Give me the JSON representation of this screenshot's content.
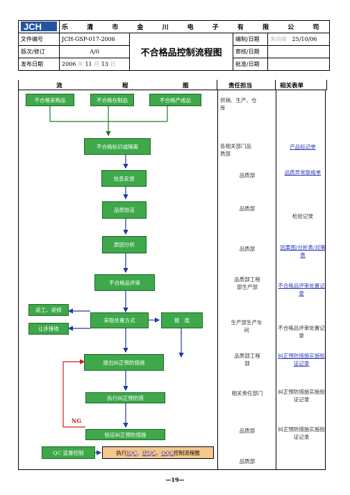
{
  "header": {
    "logo_text": "JCH",
    "company": "乐 清 市 金 川 电 子 有 限 公 司",
    "doc_no_label": "文件编号",
    "doc_no": "JCH-GSP-017-2006",
    "version_label": "版次/修订",
    "version": "A/0",
    "issue_label": "发布日期",
    "issue_year": "2006",
    "issue_month": "11",
    "issue_day": "13",
    "issue_year_unit": "年",
    "issue_month_unit": "月",
    "issue_day_unit": "日",
    "title": "不合格品控制流程图",
    "prepare_label": "编制/日期",
    "prepare_name": "朱向峰",
    "prepare_date": "25/10/06",
    "review_label": "审核/日期",
    "approve_label": "批准/日期"
  },
  "columns": {
    "flow": "流",
    "flow2": "程",
    "flow3": "图",
    "responsible": "责任担当",
    "forms": "相关表单"
  },
  "flow": {
    "purchase": "不合格采购品",
    "wip": "不合格在制品",
    "finished": "不合格产成品",
    "identify": "不合格标识或隔离",
    "feedback": "信息反馈",
    "verify": "品质验证",
    "analysis": "原因分析",
    "review": "不合格品评审",
    "rework": "返工、返修",
    "concession": "让步接收",
    "disposal": "采取处置方式",
    "scrap": "报　废",
    "propose": "提出纠正预防措施",
    "execute": "执行纠正预防措",
    "check": "验证纠正预防措施",
    "ng": "NG",
    "qc": "QC 监督控制",
    "exec_prefix": "执行",
    "iqc": "IQC",
    "ipqc": "IPQC",
    "oqc": "OQC",
    "exec_suffix": "控制流程图",
    "sep": "、"
  },
  "responsible": {
    "r1": "供销、生产、仓库",
    "r2": "各相关部门品质部",
    "r3": "品质部",
    "r4": "品质部",
    "r5": "品质部",
    "r6": "品质部工程部生产部",
    "r7": "生产部生产车间",
    "r8": "品质部工程部",
    "r9": "相关责任部门",
    "r10": "品质部",
    "r11": "品质部"
  },
  "forms": {
    "f1": "产品标识单",
    "f2": "品质异常联络单",
    "f3": "检验记录",
    "f4": "因果图/分析表/对策表",
    "f5": "不合格品评审处置记录",
    "f6": "不合格品评审处置记录",
    "f7": "纠正预防措施实施验证记录",
    "f8": "纠正预防措施实施验证记录",
    "f9": "纠正预防措施实施验证记录"
  },
  "footer": {
    "page": "—19—"
  }
}
